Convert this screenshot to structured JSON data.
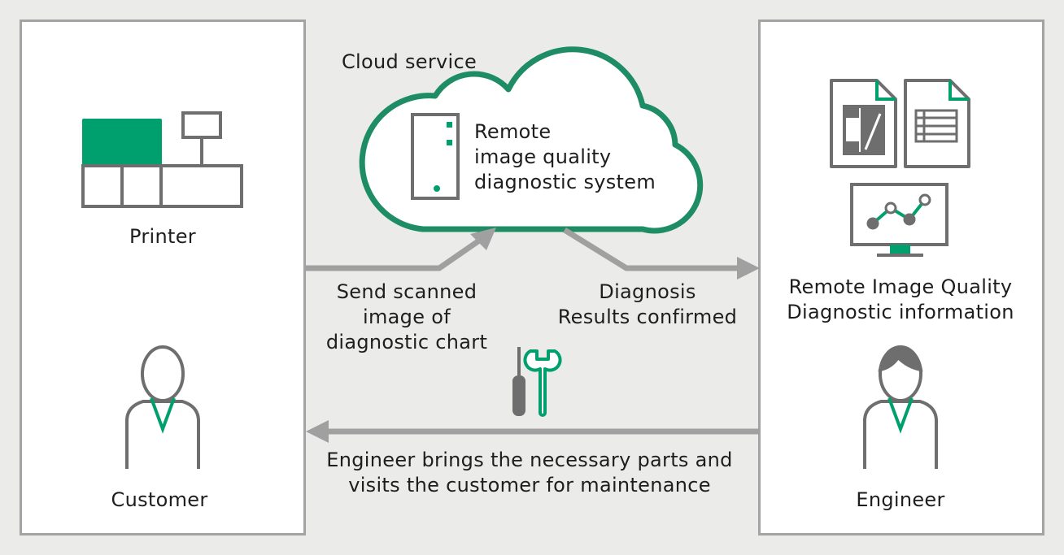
{
  "colors": {
    "background": "#ebebea",
    "panel": "#ffffff",
    "panel_border": "#a3a3a3",
    "icon_gray": "#6e6e6e",
    "accent_green": "#00a06e",
    "cloud_green": "#1e8c64",
    "arrow_gray": "#a0a0a0",
    "text": "#1e1e1e"
  },
  "icons": {
    "printer": "printer-icon",
    "customer": "person-icon",
    "server": "server-icon",
    "cloud": "cloud-icon",
    "documents": "document-icon",
    "monitor": "line-chart-monitor-icon",
    "tools": "screwdriver-wrench-icon",
    "engineer": "person-icon"
  },
  "left_panel": {
    "printer_label": "Printer",
    "customer_label": "Customer"
  },
  "cloud": {
    "title": "Cloud service",
    "system_label": [
      "Remote",
      "image quality",
      "diagnostic system"
    ]
  },
  "right_panel": {
    "info_label": [
      "Remote Image Quality",
      "Diagnostic information"
    ],
    "engineer_label": "Engineer"
  },
  "flows": {
    "upload": [
      "Send scanned",
      "image of",
      "diagnostic chart"
    ],
    "download": [
      "Diagnosis",
      "Results confirmed"
    ],
    "visit": [
      "Engineer brings the necessary parts and",
      "visits the customer for maintenance"
    ]
  }
}
